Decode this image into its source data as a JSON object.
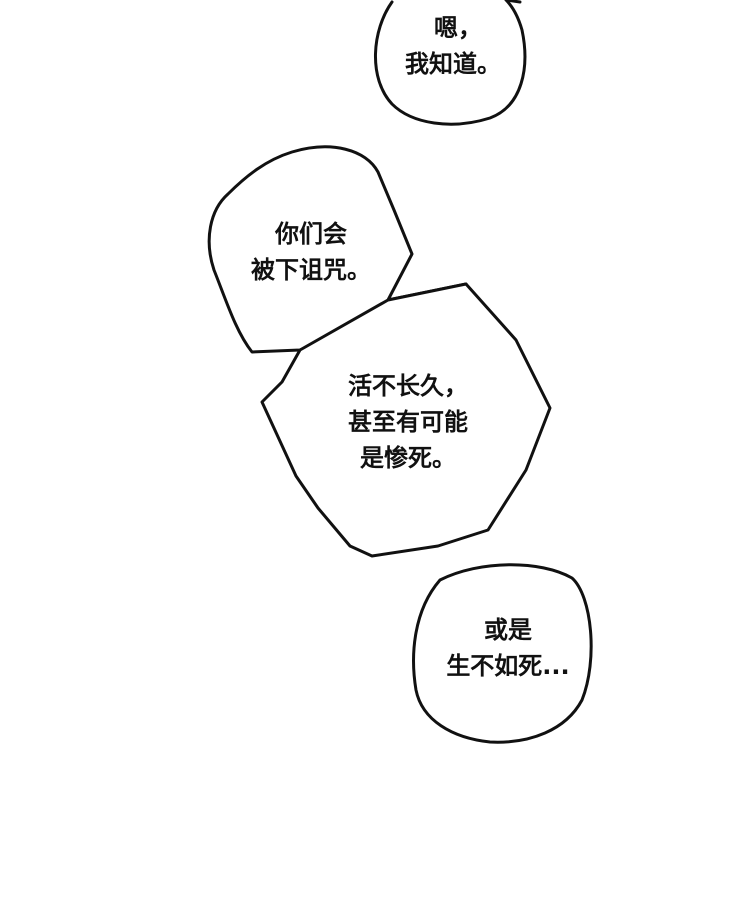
{
  "bubbles": [
    {
      "lines": [
        "嗯，",
        "我知道。"
      ]
    },
    {
      "lines": [
        "你们会",
        "被下诅咒。"
      ]
    },
    {
      "lines": [
        "活不长久，",
        "甚至有可能",
        "是惨死。"
      ]
    },
    {
      "lines": [
        "或是",
        "生不如死..."
      ]
    }
  ]
}
